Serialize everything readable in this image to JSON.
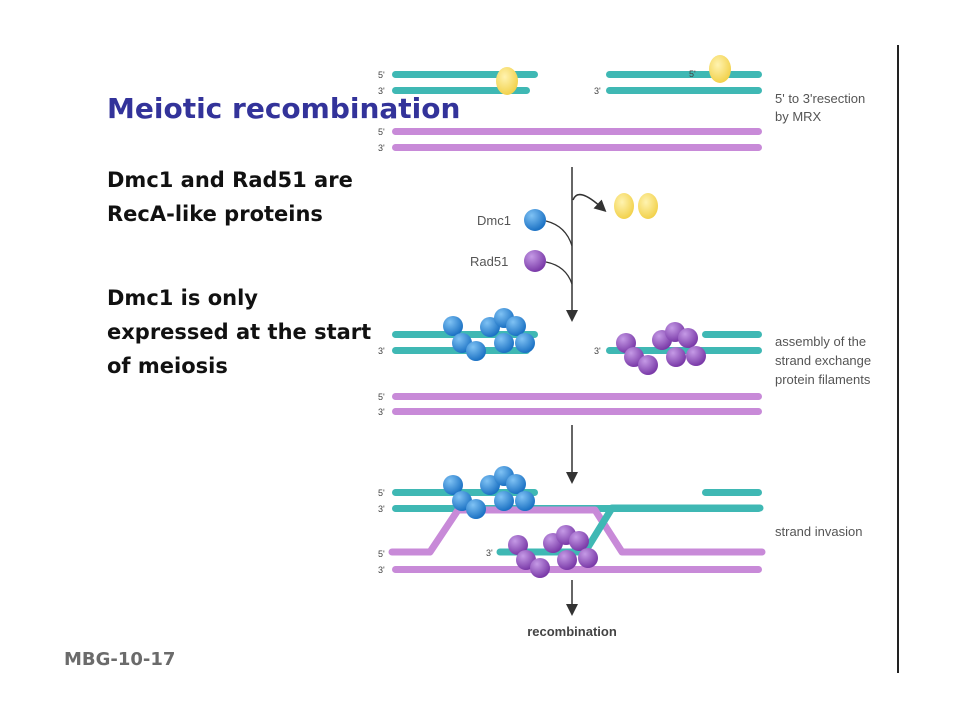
{
  "slide": {
    "title": "Meiotic recombination",
    "bullets": [
      [
        "Dmc1 and Rad51 are",
        "RecA-like proteins"
      ],
      [
        "Dmc1 is only",
        "expressed at the start",
        "of meiosis"
      ]
    ],
    "footer": "MBG-10-17"
  },
  "diagram": {
    "colors": {
      "teal": "#3fb8b4",
      "purple": "#c88ad8",
      "blue": "#1f7fd0",
      "violet": "#8a4ab8",
      "yellow": "#f6da62"
    },
    "end_labels": {
      "five": "5'",
      "three": "3'"
    },
    "protein_labels": {
      "dmc1": "Dmc1",
      "rad51": "Rad51"
    },
    "step_labels": {
      "resection": [
        "5' to 3'resection",
        "by MRX"
      ],
      "assembly": [
        "assembly of the",
        "strand exchange",
        "protein filaments"
      ],
      "invasion": [
        "strand invasion"
      ]
    },
    "result_label": "recombination"
  }
}
